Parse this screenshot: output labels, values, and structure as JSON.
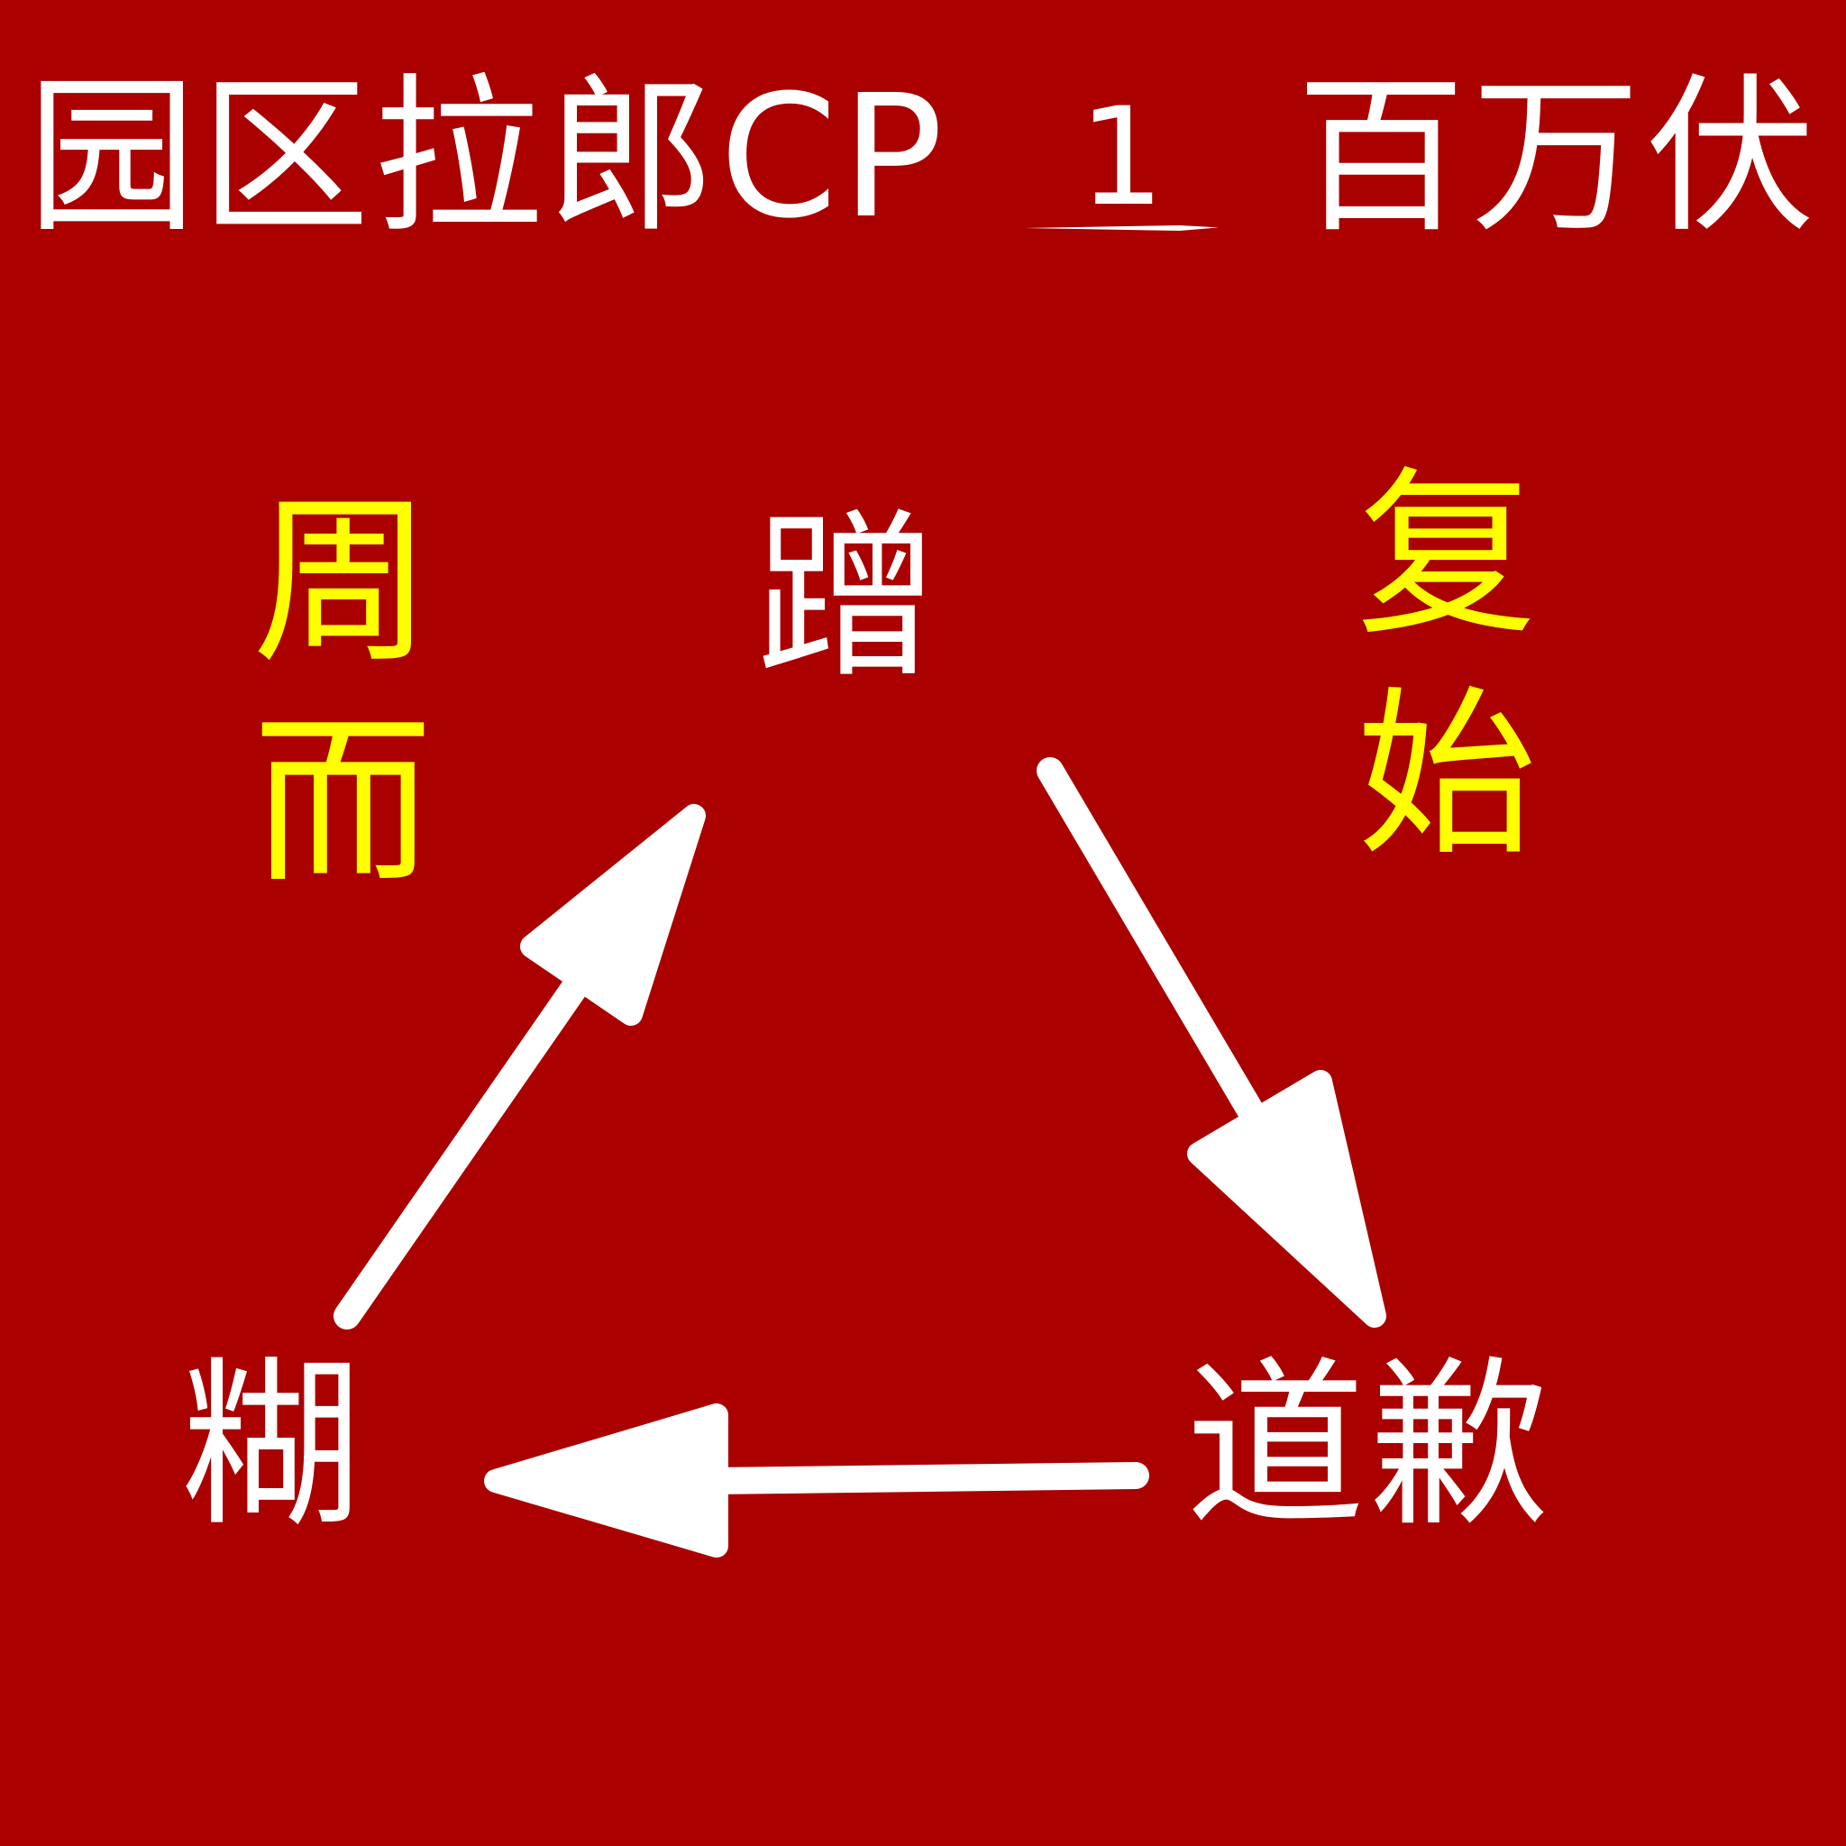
{
  "title": {
    "left_text": "园区拉郎CP",
    "number": "1",
    "right_text": "百万伏"
  },
  "side_left": [
    "周",
    "而"
  ],
  "side_right": [
    "复",
    "始"
  ],
  "nodes": {
    "top": "蹭",
    "bottom_left": "糊",
    "bottom_right": "道歉"
  },
  "colors": {
    "background": "#aa0000",
    "primary_text": "#ffffff",
    "accent_text": "#ffff00",
    "arrow": "#ffffff"
  }
}
